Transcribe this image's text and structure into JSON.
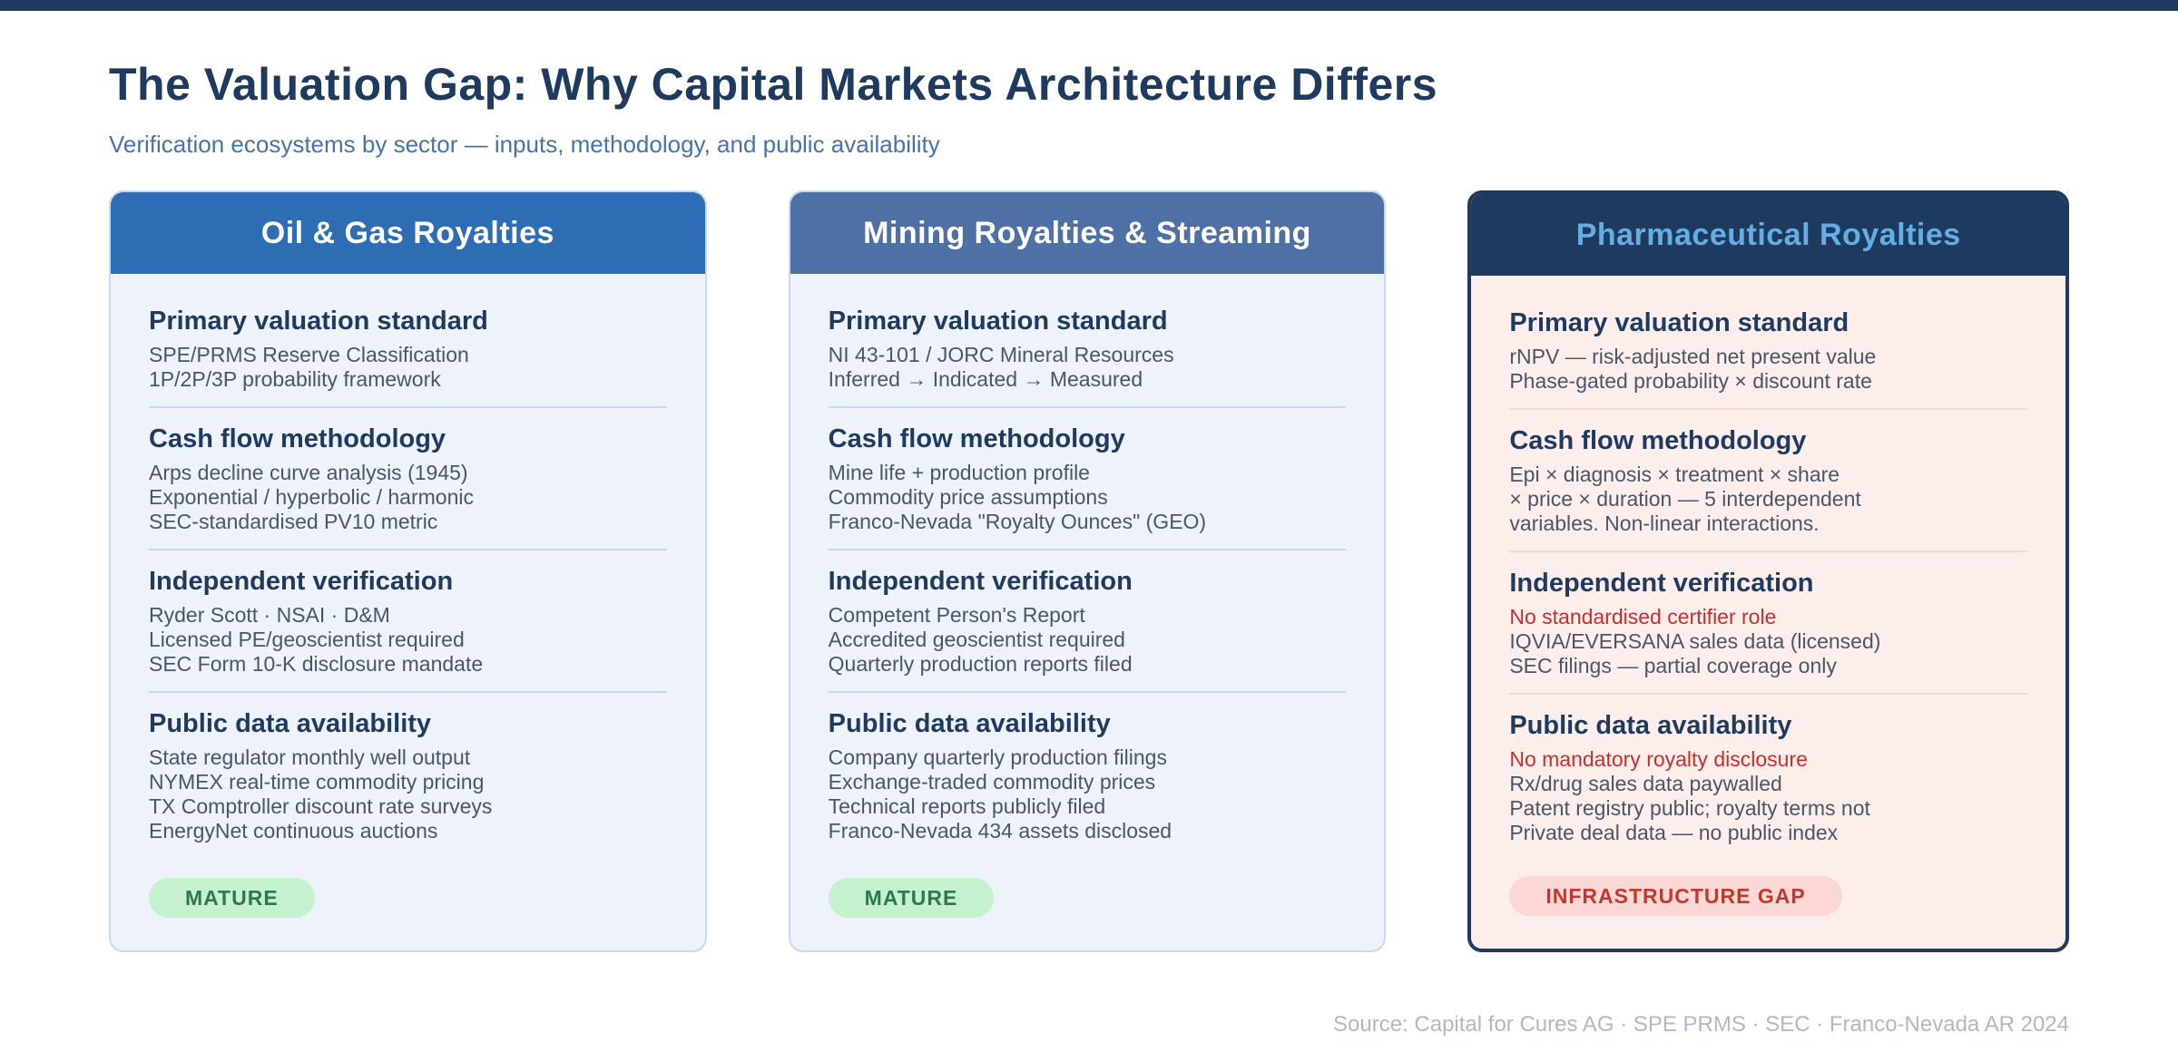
{
  "page": {
    "title": "The Valuation Gap: Why Capital Markets Architecture Differs",
    "subtitle": "Verification ecosystems by sector — inputs, methodology, and public availability",
    "source": "Source: Capital for Cures AG · SPE PRMS · SEC · Franco-Nevada AR 2024"
  },
  "colors": {
    "top_bar": "#1e3a5f",
    "title_text": "#1e3a5f",
    "subtitle_text": "#4573ab",
    "body_text": "#4a5568",
    "heading_text": "#1e3a5f",
    "alert_text": "#c53030",
    "source_text": "#aab9ce"
  },
  "cards": [
    {
      "id": "oil-gas",
      "title": "Oil & Gas Royalties",
      "theme": {
        "header_bg": "#2e6cb3",
        "header_color": "#ffffff",
        "body_bg": "#edf2fb",
        "border": "2px solid #c9d8ef",
        "divider": "#c7d6ec"
      },
      "sections": [
        {
          "heading": "Primary valuation standard",
          "items": [
            {
              "text": "SPE/PRMS Reserve Classification",
              "highlight": false
            },
            {
              "text": "1P/2P/3P probability framework",
              "highlight": false
            }
          ]
        },
        {
          "heading": "Cash flow methodology",
          "items": [
            {
              "text": "Arps decline curve analysis (1945)",
              "highlight": false
            },
            {
              "text": "Exponential / hyperbolic / harmonic",
              "highlight": false
            },
            {
              "text": "SEC-standardised PV10 metric",
              "highlight": false
            }
          ]
        },
        {
          "heading": "Independent verification",
          "items": [
            {
              "text": "Ryder Scott · NSAI · D&M",
              "highlight": false
            },
            {
              "text": "Licensed PE/geoscientist required",
              "highlight": false
            },
            {
              "text": "SEC Form 10-K disclosure mandate",
              "highlight": false
            }
          ]
        },
        {
          "heading": "Public data availability",
          "items": [
            {
              "text": "State regulator monthly well output",
              "highlight": false
            },
            {
              "text": "NYMEX real-time commodity pricing",
              "highlight": false
            },
            {
              "text": "TX Comptroller discount rate surveys",
              "highlight": false
            },
            {
              "text": "EnergyNet continuous auctions",
              "highlight": false
            }
          ]
        }
      ],
      "badge": {
        "label": "MATURE",
        "bg": "#c6f1ce",
        "color": "#2c7a4b"
      }
    },
    {
      "id": "mining",
      "title": "Mining Royalties & Streaming",
      "theme": {
        "header_bg": "#4e70a4",
        "header_color": "#ffffff",
        "body_bg": "#edf2fb",
        "border": "2px solid #c9d8ef",
        "divider": "#c7d6ec"
      },
      "sections": [
        {
          "heading": "Primary valuation standard",
          "items": [
            {
              "text": "NI 43-101 / JORC Mineral Resources",
              "highlight": false
            },
            {
              "text": "Inferred → Indicated → Measured",
              "highlight": false
            }
          ]
        },
        {
          "heading": "Cash flow methodology",
          "items": [
            {
              "text": "Mine life + production profile",
              "highlight": false
            },
            {
              "text": "Commodity price assumptions",
              "highlight": false
            },
            {
              "text": "Franco-Nevada \"Royalty Ounces\" (GEO)",
              "highlight": false
            }
          ]
        },
        {
          "heading": "Independent verification",
          "items": [
            {
              "text": "Competent Person's Report",
              "highlight": false
            },
            {
              "text": "Accredited geoscientist required",
              "highlight": false
            },
            {
              "text": "Quarterly production reports filed",
              "highlight": false
            }
          ]
        },
        {
          "heading": "Public data availability",
          "items": [
            {
              "text": "Company quarterly production filings",
              "highlight": false
            },
            {
              "text": "Exchange-traded commodity prices",
              "highlight": false
            },
            {
              "text": "Technical reports publicly filed",
              "highlight": false
            },
            {
              "text": "Franco-Nevada 434 assets disclosed",
              "highlight": false
            }
          ]
        }
      ],
      "badge": {
        "label": "MATURE",
        "bg": "#c6f1ce",
        "color": "#2c7a4b"
      }
    },
    {
      "id": "pharma",
      "title": "Pharmaceutical Royalties",
      "theme": {
        "header_bg": "#1e3a5f",
        "header_color": "#64aee6",
        "body_bg": "#fdeeec",
        "border": "4px solid #1e3a5f",
        "divider": "#f3d8d3"
      },
      "sections": [
        {
          "heading": "Primary valuation standard",
          "items": [
            {
              "text": "rNPV — risk-adjusted net present value",
              "highlight": false
            },
            {
              "text": "Phase-gated probability × discount rate",
              "highlight": false
            }
          ]
        },
        {
          "heading": "Cash flow methodology",
          "items": [
            {
              "text": "Epi × diagnosis × treatment × share",
              "highlight": false
            },
            {
              "text": "× price × duration — 5 interdependent",
              "highlight": false
            },
            {
              "text": "variables. Non-linear interactions.",
              "highlight": false
            }
          ]
        },
        {
          "heading": "Independent verification",
          "items": [
            {
              "text": "No standardised certifier role",
              "highlight": true
            },
            {
              "text": "IQVIA/EVERSANA sales data (licensed)",
              "highlight": false
            },
            {
              "text": "SEC filings — partial coverage only",
              "highlight": false
            }
          ]
        },
        {
          "heading": "Public data availability",
          "items": [
            {
              "text": "No mandatory royalty disclosure",
              "highlight": true
            },
            {
              "text": "Rx/drug sales data paywalled",
              "highlight": false
            },
            {
              "text": "Patent registry public; royalty terms not",
              "highlight": false
            },
            {
              "text": "Private deal data — no public index",
              "highlight": false
            }
          ]
        }
      ],
      "badge": {
        "label": "INFRASTRUCTURE GAP",
        "bg": "#fbd7d6",
        "color": "#c0392b"
      }
    }
  ]
}
